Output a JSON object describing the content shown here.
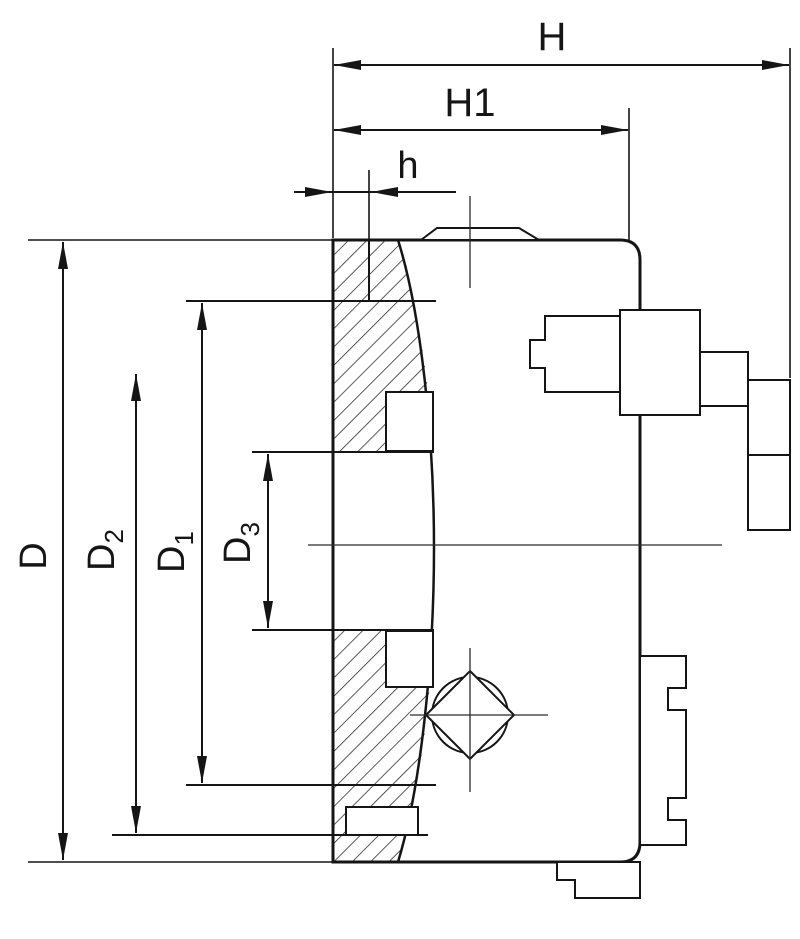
{
  "figure": {
    "kind": "technical-drawing-lathe-chuck-cross-section",
    "colors": {
      "ink": "#151515",
      "background": "#ffffff"
    },
    "dimensions": {
      "H": {
        "label": "H"
      },
      "H1": {
        "label": "H1"
      },
      "h": {
        "label": "h"
      },
      "D": {
        "label": "D"
      },
      "D1": {
        "main": "D",
        "sub": "1"
      },
      "D2": {
        "main": "D",
        "sub": "2"
      },
      "D3": {
        "main": "D",
        "sub": "3"
      }
    }
  }
}
